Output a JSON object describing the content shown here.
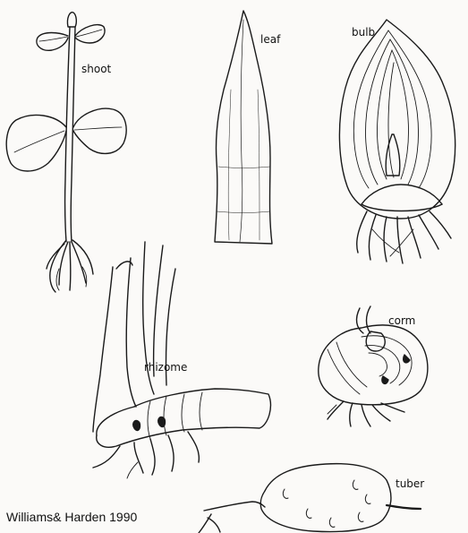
{
  "labels": {
    "shoot": "shoot",
    "leaf": "leaf",
    "bulb": "bulb",
    "rhizome": "rhizome",
    "corm": "corm",
    "tuber": "tuber"
  },
  "credit": "Williams& Harden 1990",
  "colors": {
    "ink": "#1a1a1a",
    "paper": "#fbfaf8"
  }
}
